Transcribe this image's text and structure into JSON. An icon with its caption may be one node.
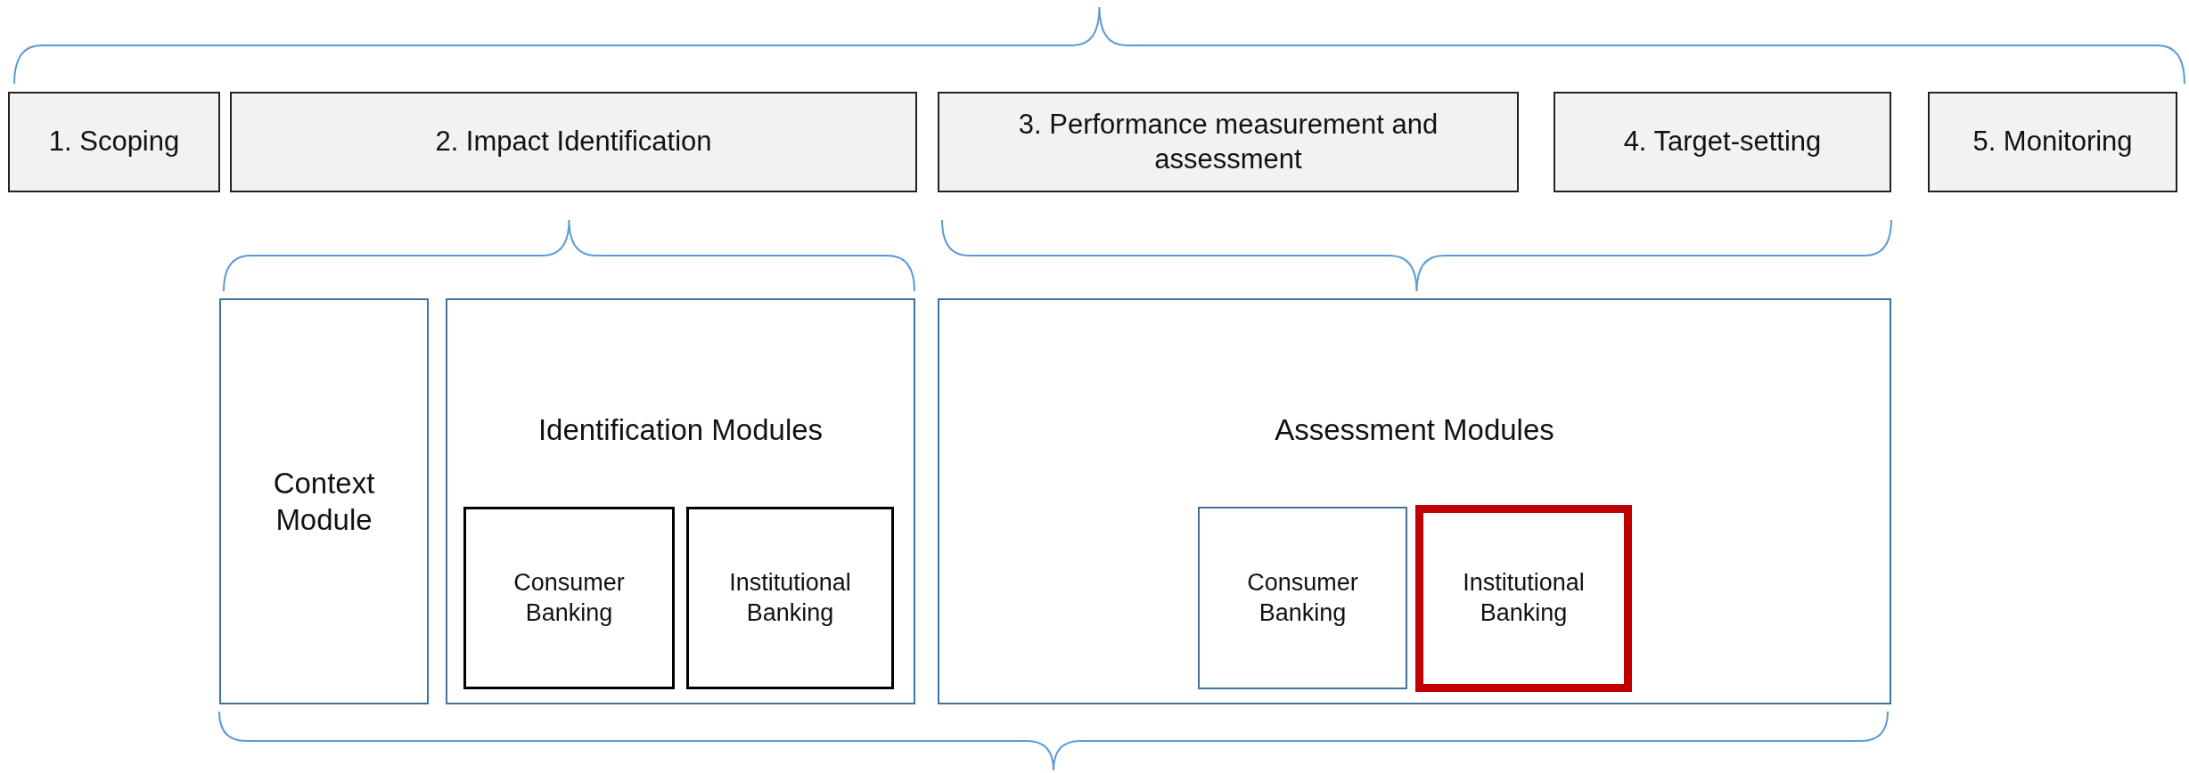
{
  "diagram": {
    "nodes": [
      {
        "text": [
          "1. Scoping"
        ]
      },
      {
        "text": [
          "2. Impact Identification"
        ]
      },
      {
        "text": [
          "3. Performance measurement and assessment"
        ]
      },
      {
        "text": [
          "4. Target-setting"
        ]
      },
      {
        "text": [
          "5. Monitoring"
        ]
      },
      {
        "text": [
          "Context Module"
        ]
      },
      {
        "text": [
          "Identification Modules"
        ]
      },
      {
        "text": [
          "Consumer Banking"
        ],
        "in": 6
      },
      {
        "text": [
          "Institutional Banking"
        ],
        "in": 6
      },
      {
        "text": [
          "Assessment Modules"
        ]
      },
      {
        "text": [
          "Consumer Banking"
        ],
        "in": 9
      },
      {
        "text": [
          "Institutional Banking"
        ],
        "in": 9
      }
    ]
  }
}
